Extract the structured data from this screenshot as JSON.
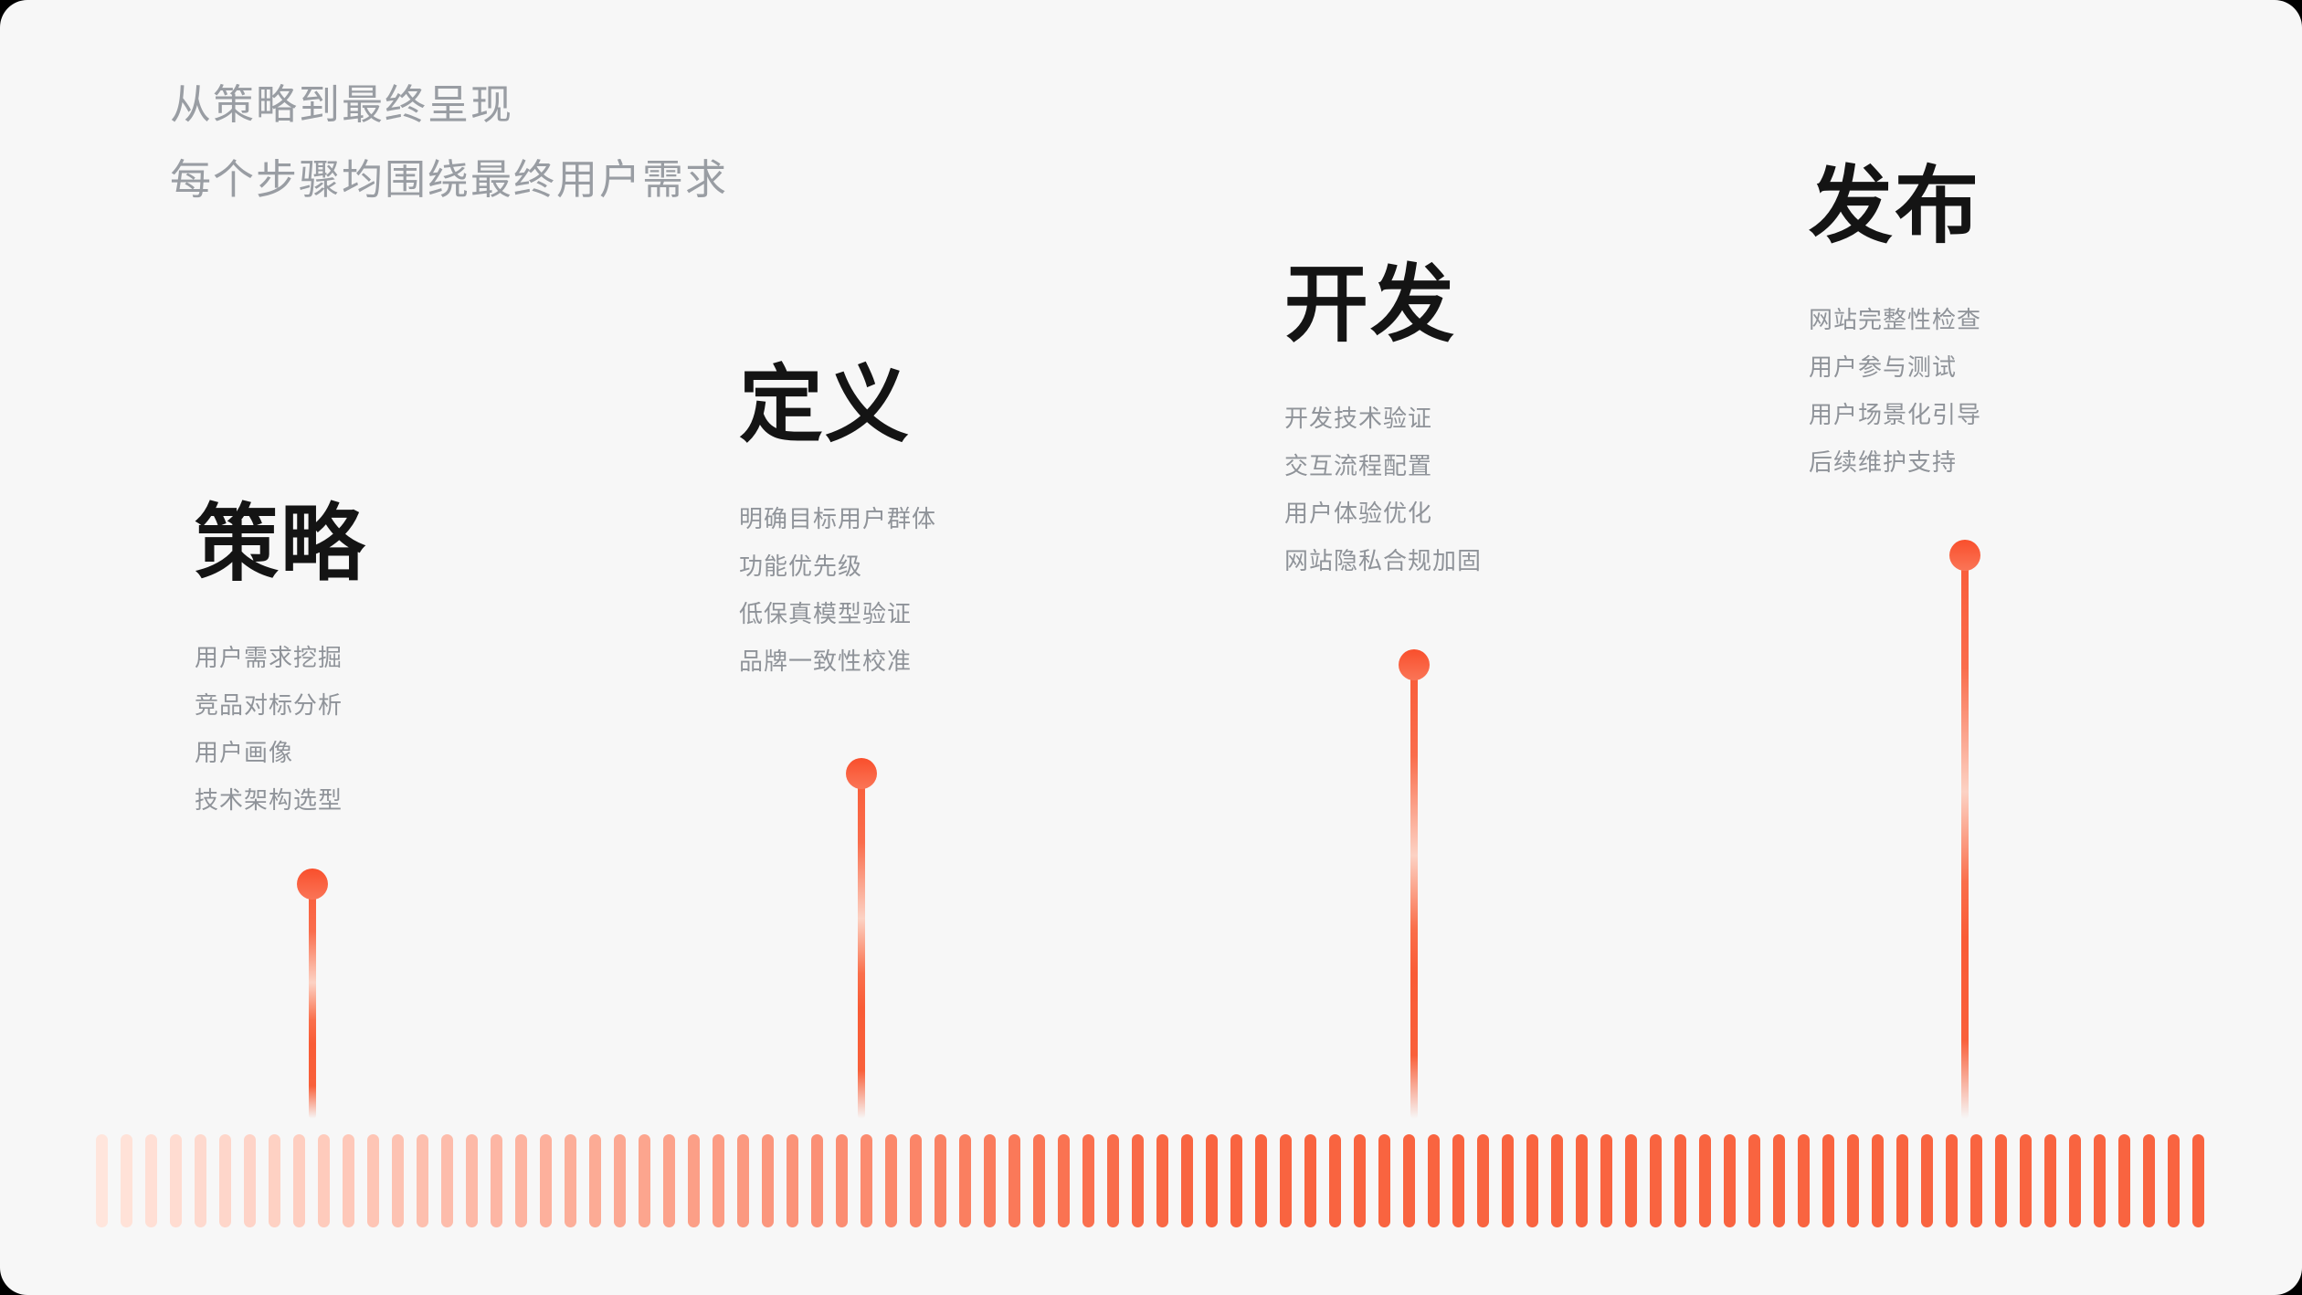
{
  "intro": {
    "line1": "从策略到最终呈现",
    "line2": "每个步骤均围绕最终用户需求"
  },
  "stages": [
    {
      "title": "策略",
      "items": [
        "用户需求挖掘",
        "竞品对标分析",
        "用户画像",
        "技术架构选型"
      ]
    },
    {
      "title": "定义",
      "items": [
        "明确目标用户群体",
        "功能优先级",
        "低保真模型验证",
        "品牌一致性校准"
      ]
    },
    {
      "title": "开发",
      "items": [
        "开发技术验证",
        "交互流程配置",
        "用户体验优化",
        "网站隐私合规加固"
      ]
    },
    {
      "title": "发布",
      "items": [
        "网站完整性检查",
        "用户参与测试",
        "用户场景化引导",
        "后续维护支持"
      ]
    }
  ],
  "timeline": {
    "bar_count": 86,
    "accent_color": "#f96440",
    "bar_light_color": "#ffe5dc",
    "dot_color_top": "#f94f2c",
    "dot_color_bottom": "#fa7557"
  }
}
